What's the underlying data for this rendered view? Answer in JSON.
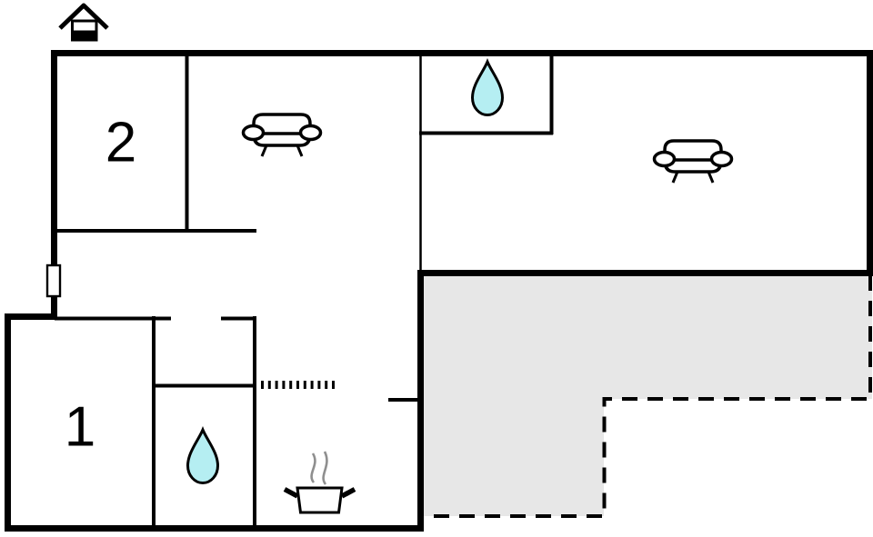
{
  "floor_plan": {
    "rooms": {
      "room1": {
        "label": "1"
      },
      "room2": {
        "label": "2"
      }
    },
    "icons": {
      "entrance": "entrance-house-icon",
      "window": "window-marker",
      "sofas": [
        "sofa-icon-middle-room",
        "sofa-icon-living-room"
      ],
      "water_drops": [
        "water-drop-icon-top-bathroom",
        "water-drop-icon-lower-bathroom"
      ],
      "kitchen": "cooking-pot-icon",
      "opening": "dotted-opening-marker",
      "terrace": "dashed-terrace-outline"
    },
    "colors": {
      "wall": "#000000",
      "background": "#ffffff",
      "water_drop_fill": "#b5eef2",
      "terrace_fill": "#e7e7e7",
      "steam": "#8f8f8f"
    }
  }
}
